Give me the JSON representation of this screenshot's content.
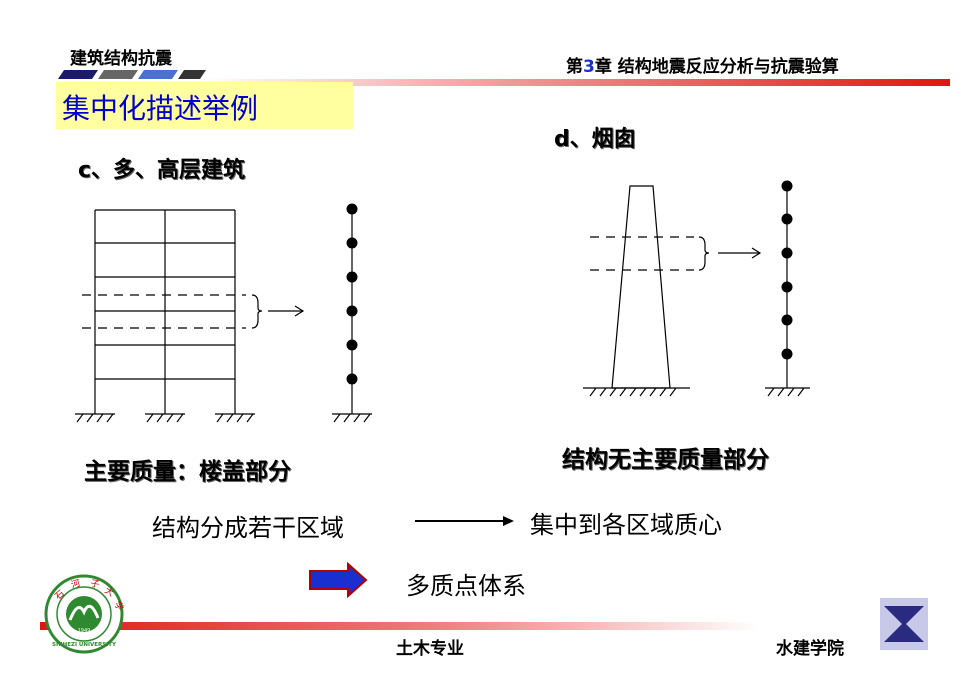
{
  "header": {
    "course": "建筑结构抗震",
    "chapter_prefix": "第",
    "chapter_num": "3",
    "chapter_rest": "章 结构地震反应分析与抗震验算"
  },
  "slide": {
    "title": "集中化描述举例",
    "case_c_label": "c、多、高层建筑",
    "case_d_label": "d、烟囱",
    "main_mass_label": "主要质量：楼盖部分",
    "no_main_mass_label": "结构无主要质量部分",
    "step_divide": "结构分成若干区域",
    "step_concentrate": "集中到各区域质心",
    "result": "多质点体系"
  },
  "footer": {
    "major": "土木专业",
    "college": "水建学院",
    "logo_text": "石河子大学",
    "logo_en": "SHIHEZI UNIVERSITY"
  },
  "colors": {
    "title": "#0000d0",
    "title_bg": "#ffffa0",
    "accent_red": "#e01515",
    "arrow_blue": "#1a2fd0",
    "logo_green": "#2f8a2f"
  }
}
